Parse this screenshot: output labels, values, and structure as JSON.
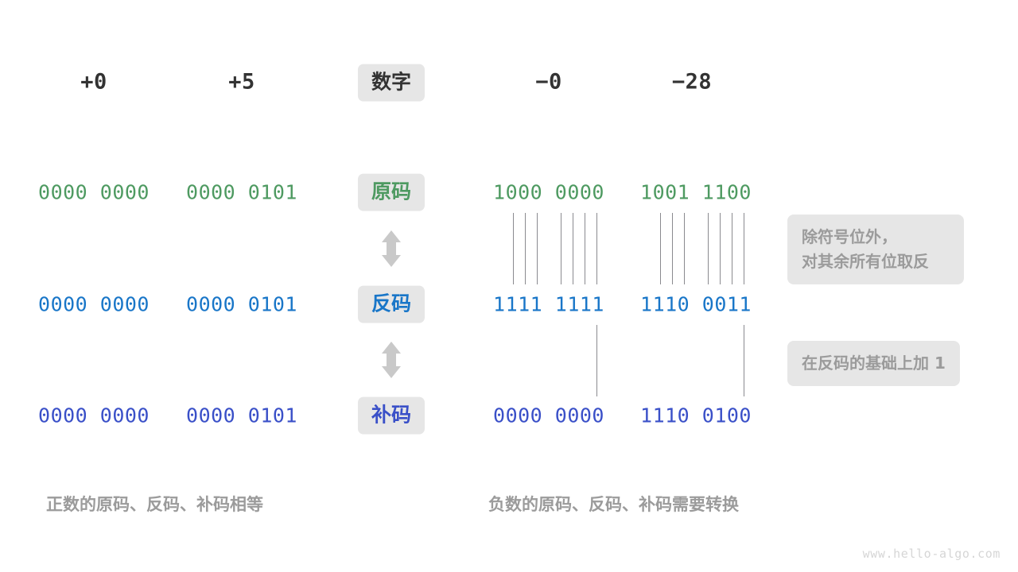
{
  "diagram": {
    "title_row": {
      "label": "数字",
      "values": [
        "+0",
        "+5",
        "−0",
        "−28"
      ]
    },
    "rows": [
      {
        "label": "原码",
        "color": "#4e9a61",
        "values": [
          "0000 0000",
          "0000 0101",
          "1000 0000",
          "1001 1100"
        ]
      },
      {
        "label": "反码",
        "color": "#1976c8",
        "values": [
          "0000 0000",
          "0000 0101",
          "1111 1111",
          "1110 0011"
        ]
      },
      {
        "label": "补码",
        "color": "#3a50c8",
        "values": [
          "0000 0000",
          "0000 0101",
          "0000 0000",
          "1110 0100"
        ]
      }
    ],
    "notes": [
      "除符号位外，\n对其余所有位取反",
      "在反码的基础上加 1"
    ],
    "captions": [
      "正数的原码、反码、补码相等",
      "负数的原码、反码、补码需要转换"
    ],
    "arrows": [
      "up-down-arrow",
      "up-down-arrow"
    ],
    "watermark": "www.hello-algo.com",
    "colors": {
      "chip_background": "#e6e6e6",
      "note_text": "#9b9b9b",
      "header_text": "#333333",
      "connector_line": "#8a8a8f"
    }
  }
}
